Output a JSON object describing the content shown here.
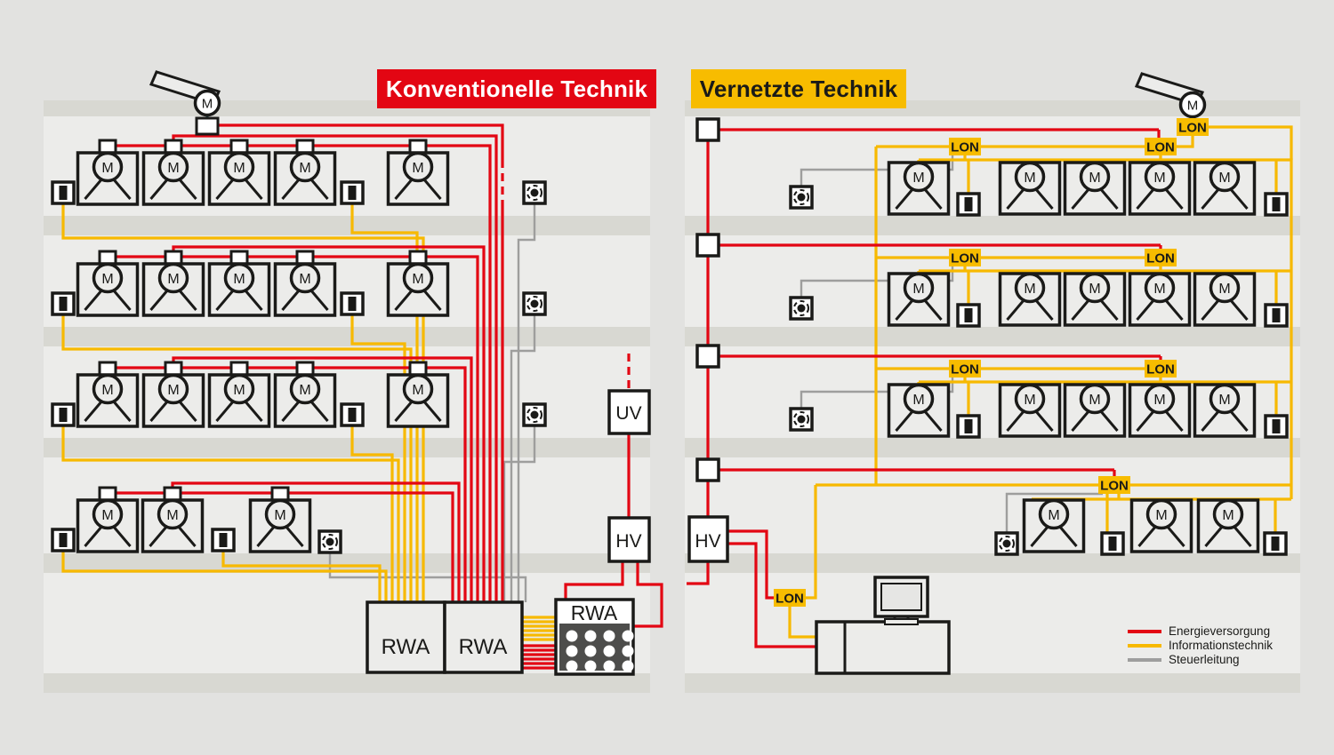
{
  "titles": {
    "left": {
      "text": "Konventionelle Technik",
      "bg": "#e30613",
      "color": "#ffffff"
    },
    "right": {
      "text": "Vernetzte Technik",
      "bg": "#f7bc00",
      "color": "#1a1a18"
    }
  },
  "legend": {
    "items": [
      {
        "label": "Energieversorgung",
        "color": "#e30613"
      },
      {
        "label": "Informationstechnik",
        "color": "#f7b900"
      },
      {
        "label": "Steuerleitung",
        "color": "#9e9e9d"
      }
    ]
  },
  "labels": {
    "motor": "M",
    "lon": "LON",
    "uv": "UV",
    "hv": "HV",
    "rwa": "RWA"
  },
  "colors": {
    "power_line": "#e30613",
    "data_line": "#f7b900",
    "control_line": "#9e9e9d",
    "outline": "#1a1a18",
    "building": "#ececea",
    "floor_slab": "#d8d8d2",
    "page_background": "#e2e2e0",
    "button_panel_dark": "#4d4d4b",
    "lon_node_bg": "#f7bc00"
  },
  "structure": {
    "left_building": {
      "technology": "conventional",
      "roof_hatch_motor": true,
      "floors": [
        {
          "motor_windows": 5,
          "switches": 2,
          "smoke_detectors": 1
        },
        {
          "motor_windows": 5,
          "switches": 2,
          "smoke_detectors": 1
        },
        {
          "motor_windows": 5,
          "switches": 2,
          "smoke_detectors": 1
        },
        {
          "motor_windows": 3,
          "switches": 2,
          "smoke_detectors": 1
        }
      ],
      "control_panels": [
        "RWA",
        "RWA",
        "RWA"
      ],
      "distribution_boxes": [
        "UV",
        "HV"
      ]
    },
    "right_building": {
      "technology": "networked",
      "roof_hatch_motor": true,
      "floors": [
        {
          "motor_windows": 5,
          "switches": 2,
          "smoke_detectors": 1,
          "lon_nodes": 2
        },
        {
          "motor_windows": 5,
          "switches": 2,
          "smoke_detectors": 1,
          "lon_nodes": 2
        },
        {
          "motor_windows": 5,
          "switches": 2,
          "smoke_detectors": 1,
          "lon_nodes": 2
        },
        {
          "motor_windows": 3,
          "switches": 2,
          "smoke_detectors": 1,
          "lon_nodes": 1
        }
      ],
      "distribution_boxes": [
        "HV"
      ],
      "lon_nodes_total": 9,
      "workstation_with_monitor": true
    }
  }
}
